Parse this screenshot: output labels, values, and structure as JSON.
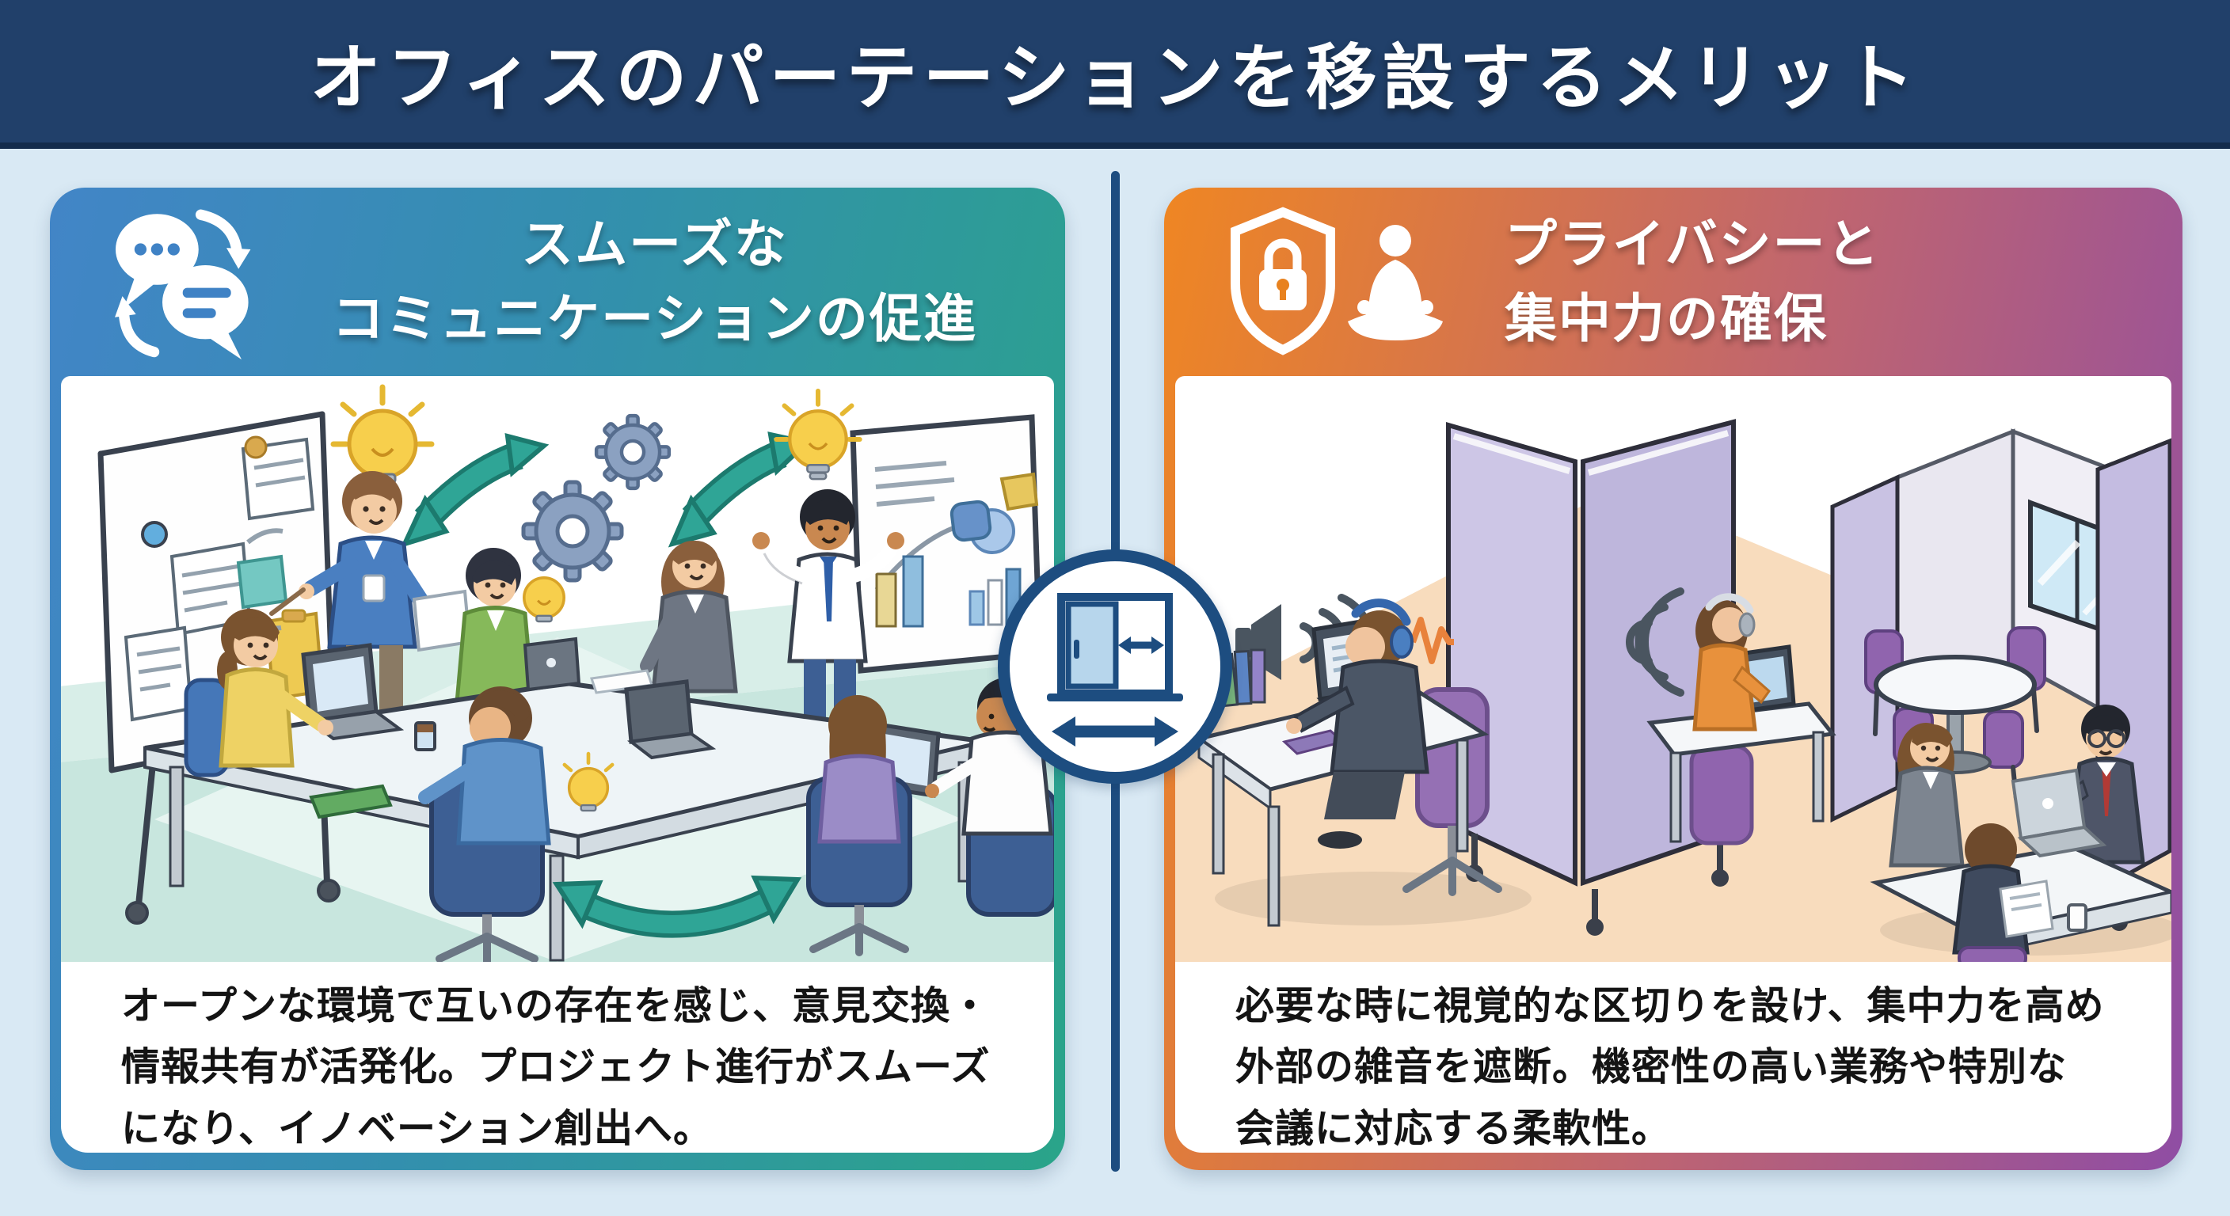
{
  "page": {
    "title": "オフィスのパーテーションを移設するメリット",
    "colors": {
      "background": "#d9e9f4",
      "title_bar": "#21406a",
      "divider_navy": "#1d4d80"
    }
  },
  "left_panel": {
    "icon": "chat-bubbles-exchange-icon",
    "illustration": "open-office-collaboration-illustration",
    "title_line1": "スムーズな",
    "title_line2": "コミュニケーションの促進",
    "description_line1": "オープンな環境で互いの存在を感じ、意見交換・",
    "description_line2": "情報共有が活発化。プロジェクト進行がスムーズ",
    "description_line3": "になり、イノベーション創出へ。",
    "colors": {
      "gradient_start": "#4285c7",
      "gradient_end": "#2aa489",
      "arrow_teal": "#2a9d8f"
    }
  },
  "right_panel": {
    "icon": "shield-lock-meditation-icon",
    "illustration": "partitioned-office-privacy-illustration",
    "title_line1": "プライバシーと",
    "title_line2": "集中力の確保",
    "description_line1": "必要な時に視覚的な区切りを設け、集中力を高め",
    "description_line2": "外部の雑音を遮断。機密性の高い業務や特別な",
    "description_line3": "会議に対応する柔軟性。",
    "colors": {
      "gradient_start": "#ef8623",
      "gradient_end": "#8f4da4",
      "partition_lavender": "#c9c2e3",
      "noise_orange": "#e8823c"
    }
  },
  "center_badge": {
    "icon": "sliding-partition-move-icon"
  }
}
